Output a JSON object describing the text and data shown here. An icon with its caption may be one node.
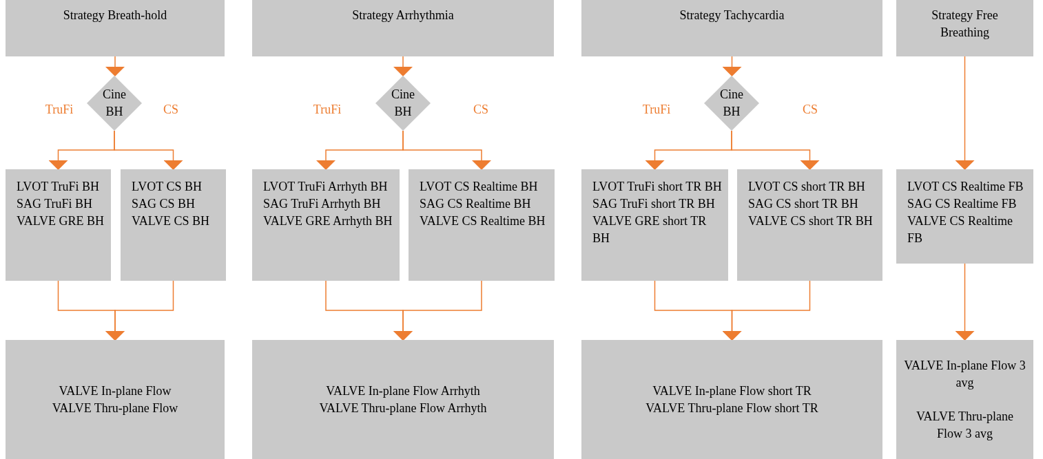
{
  "diagram": {
    "nodes": [
      {
        "text": [
          "Strategy Breath-hold"
        ]
      },
      {
        "text": [
          "Strategy Arrhythmia"
        ]
      },
      {
        "text": [
          "Strategy Tachycardia"
        ]
      },
      {
        "text": [
          "Strategy Free Breathing"
        ]
      },
      {
        "text": [
          "Cine BH"
        ]
      },
      {
        "text": [
          "Cine BH"
        ]
      },
      {
        "text": [
          "Cine BH"
        ]
      },
      {
        "text": [
          "LVOT TruFi BH",
          "SAG TruFi BH",
          "VALVE GRE BH"
        ]
      },
      {
        "text": [
          "LVOT CS BH",
          "SAG CS BH",
          "VALVE CS BH"
        ]
      },
      {
        "text": [
          "LVOT TruFi Arrhyth BH",
          "SAG TruFi Arrhyth BH",
          "VALVE GRE Arrhyth BH"
        ]
      },
      {
        "text": [
          "LVOT CS Realtime BH",
          "SAG CS Realtime BH",
          "VALVE CS Realtime BH"
        ]
      },
      {
        "text": [
          "LVOT TruFi short TR BH",
          "SAG TruFi short TR BH",
          "VALVE GRE short TR BH"
        ]
      },
      {
        "text": [
          "LVOT CS short TR BH",
          "SAG CS short TR BH",
          "VALVE CS short TR BH"
        ]
      },
      {
        "text": [
          "LVOT CS Realtime FB",
          "SAG CS Realtime FB",
          "VALVE CS Realtime FB"
        ]
      },
      {
        "text": [
          "VALVE In-plane Flow",
          "VALVE Thru-plane Flow"
        ]
      },
      {
        "text": [
          "VALVE In-plane Flow Arrhyth",
          "VALVE Thru-plane Flow Arrhyth"
        ]
      },
      {
        "text": [
          "VALVE In-plane Flow short TR",
          "VALVE Thru-plane Flow short TR"
        ]
      },
      {
        "text": [
          "VALVE In-plane Flow 3 avg",
          "VALVE Thru-plane Flow 3 avg"
        ]
      }
    ],
    "edges": [
      {
        "from": 0,
        "to": 4,
        "arrow": "to"
      },
      {
        "from": 4,
        "to": 7,
        "arrow": "to",
        "label": "TruFi"
      },
      {
        "from": 4,
        "to": 8,
        "arrow": "to",
        "label": "CS"
      },
      {
        "from": 7,
        "to": 14,
        "arrow": "to"
      },
      {
        "from": 8,
        "to": 14,
        "arrow": "to"
      },
      {
        "from": 1,
        "to": 5,
        "arrow": "to"
      },
      {
        "from": 5,
        "to": 9,
        "arrow": "to",
        "label": "TruFi"
      },
      {
        "from": 5,
        "to": 10,
        "arrow": "to",
        "label": "CS"
      },
      {
        "from": 9,
        "to": 15,
        "arrow": "to"
      },
      {
        "from": 10,
        "to": 15,
        "arrow": "to"
      },
      {
        "from": 2,
        "to": 6,
        "arrow": "to"
      },
      {
        "from": 6,
        "to": 11,
        "arrow": "to",
        "label": "TruFi"
      },
      {
        "from": 6,
        "to": 12,
        "arrow": "to",
        "label": "CS"
      },
      {
        "from": 11,
        "to": 16,
        "arrow": "to"
      },
      {
        "from": 12,
        "to": 16,
        "arrow": "to"
      },
      {
        "from": 3,
        "to": 13,
        "arrow": "to"
      },
      {
        "from": 13,
        "to": 17,
        "arrow": "to"
      }
    ]
  }
}
